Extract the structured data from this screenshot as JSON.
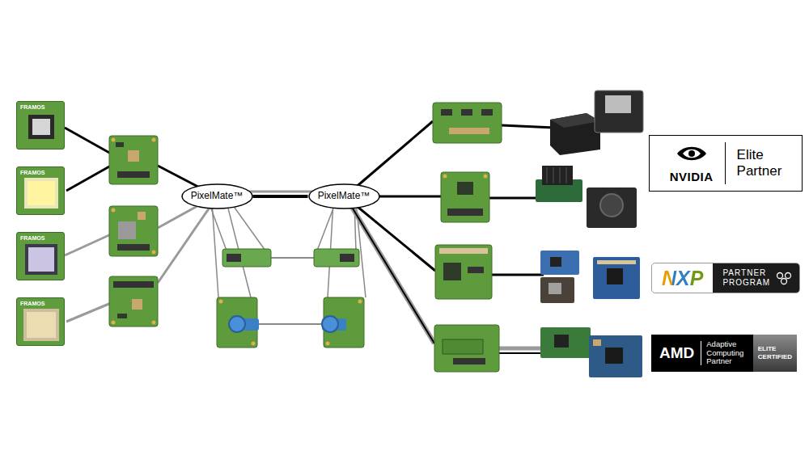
{
  "diagram": {
    "nodes": [
      {
        "text": [
          "FRAMOS"
        ]
      },
      {
        "text": [
          "FRAMOS"
        ]
      },
      {
        "text": [
          "FRAMOS"
        ]
      },
      {
        "text": [
          "FRAMOS"
        ]
      },
      {
        "text": [
          "PixelMate™"
        ]
      },
      {
        "text": [
          "PixelMate™"
        ]
      },
      {
        "text": [
          "NVIDIA",
          "Elite Partner"
        ]
      },
      {
        "text": [
          "NXP",
          "PARTNER PROGRAM"
        ]
      },
      {
        "text": [
          "AMD",
          "Adaptive Computing Partner",
          "ELITE CERTIFIED"
        ]
      }
    ],
    "edges": [
      {
        "from": 4,
        "to": 5,
        "arrow": "none"
      }
    ]
  }
}
